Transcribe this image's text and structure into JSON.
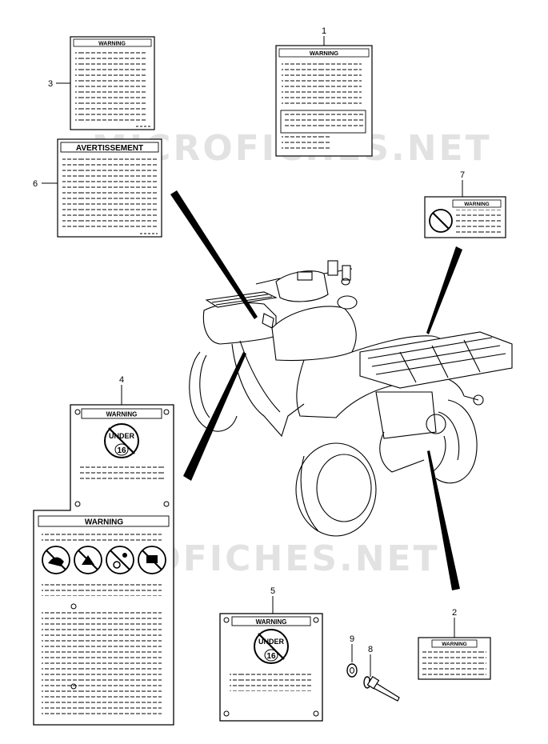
{
  "callouts": [
    {
      "num": "1"
    },
    {
      "num": "2"
    },
    {
      "num": "3"
    },
    {
      "num": "4"
    },
    {
      "num": "5"
    },
    {
      "num": "6"
    },
    {
      "num": "7"
    },
    {
      "num": "8"
    },
    {
      "num": "9"
    }
  ],
  "labels": {
    "warning": "WARNING",
    "avertissement": "AVERTISSEMENT",
    "under": "UNDER",
    "age": "16"
  },
  "watermark": "MICROFICHES.NET",
  "colors": {
    "ink": "#000000",
    "watermark": "#9a9a9a"
  }
}
